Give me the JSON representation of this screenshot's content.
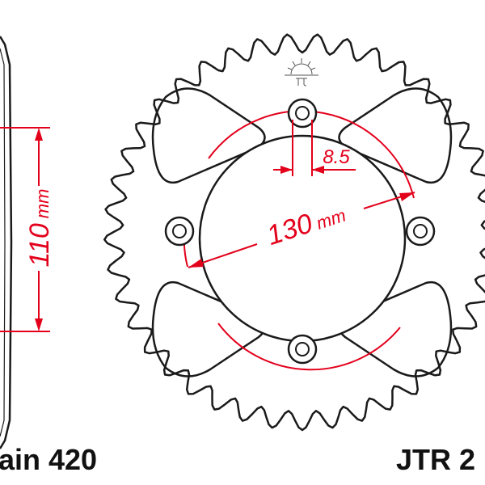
{
  "labels": {
    "side_dimension": "110",
    "side_unit": "mm",
    "pcd": "130",
    "pcd_unit": "mm",
    "bolt_hole": "8.5",
    "chain": "ain 420",
    "part_number": "JTR 2"
  },
  "diagram": {
    "teeth": 41,
    "bolts": 4
  },
  "colors": {
    "outline": "#1a1a1a",
    "dimension": "#e3001b",
    "background": "#ffffff"
  }
}
